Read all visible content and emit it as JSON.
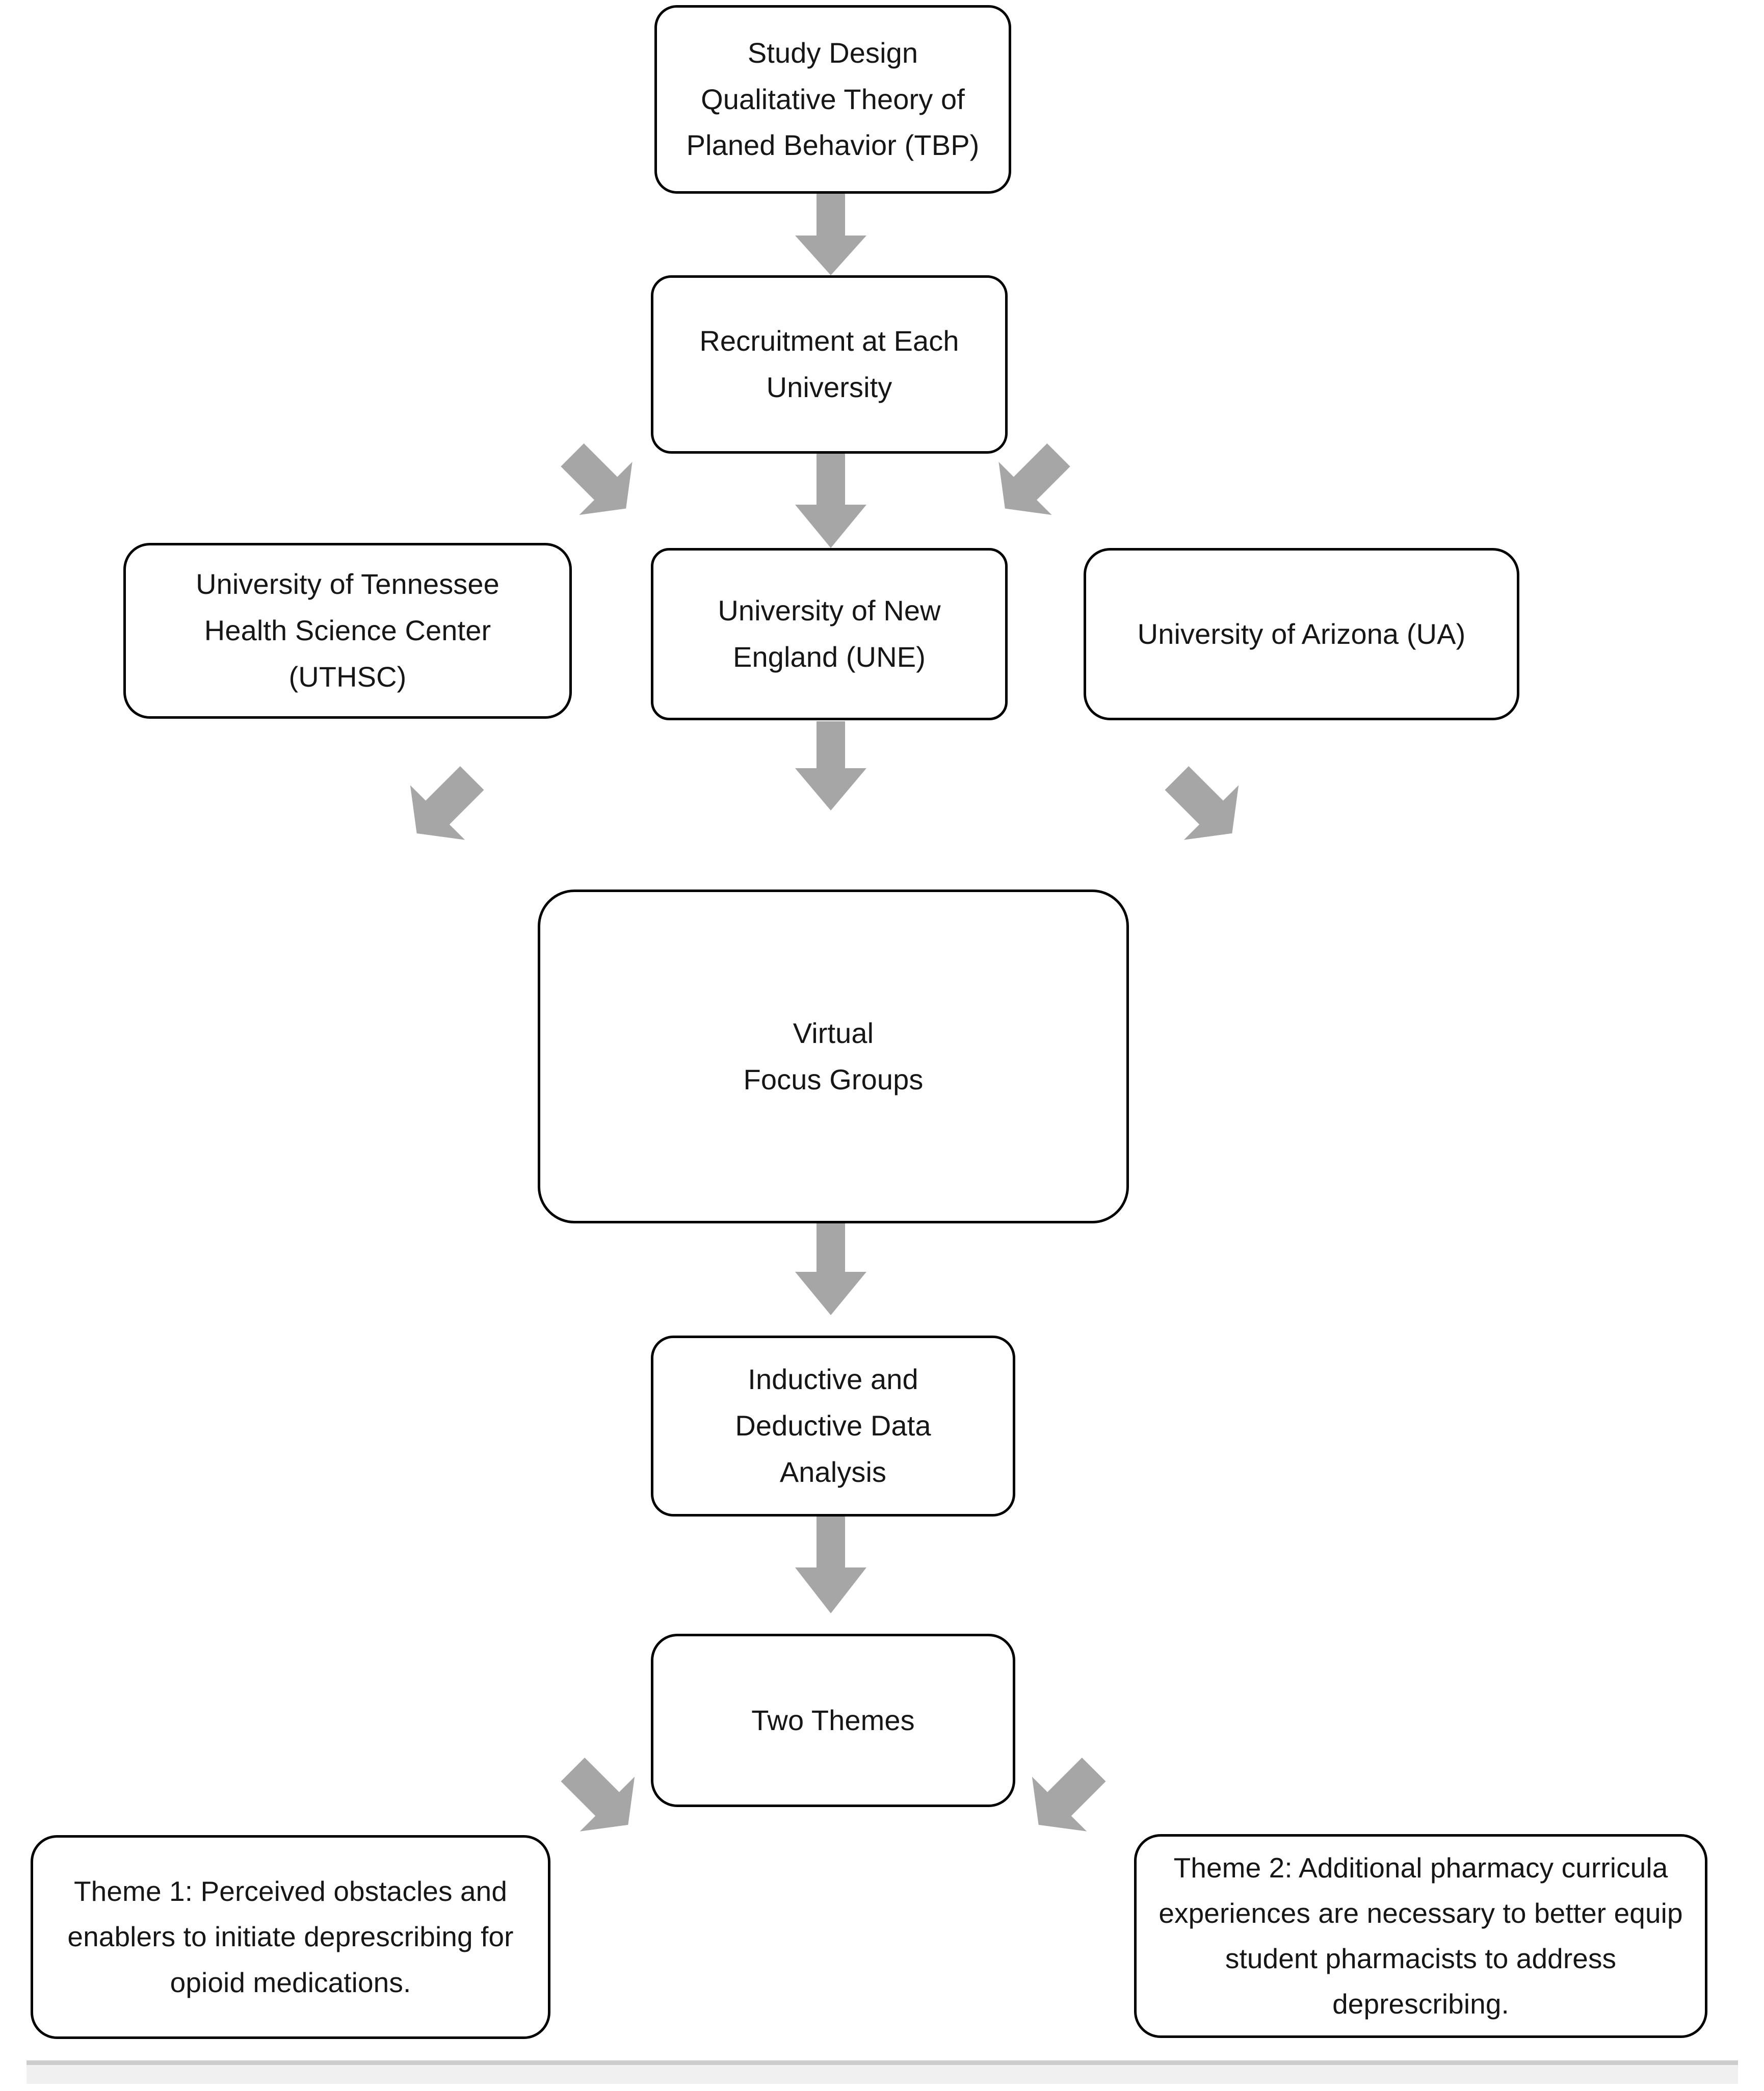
{
  "figure": {
    "type": "flowchart",
    "orientation": "top-to-bottom",
    "accent_color": "#a6a6a6",
    "node_border_color": "#000000",
    "text_color": "#161616",
    "band_color": "#f0f0f0"
  },
  "nodes": {
    "study_design": "Study Design\nQualitative Theory of\nPlaned Behavior (TBP)",
    "recruitment": "Recruitment at Each\nUniversity",
    "uthsc": "University of Tennessee\nHealth Science Center\n(UTHSC)",
    "une": "University of New\nEngland (UNE)",
    "ua": "University of Arizona (UA)",
    "focus_groups": "Virtual\nFocus Groups",
    "analysis": "Inductive and\nDeductive Data\nAnalysis",
    "two_themes": "Two Themes",
    "theme_1": "Theme 1: Perceived obstacles and enablers to initiate deprescribing for opioid medications.",
    "theme_2": "Theme 2: Additional pharmacy curricula experiences are necessary to better equip student pharmacists to address deprescribing."
  },
  "edges": [
    {
      "from": "study_design",
      "to": "recruitment",
      "direction": "down"
    },
    {
      "from": "recruitment",
      "to": "uthsc",
      "direction": "down-left"
    },
    {
      "from": "recruitment",
      "to": "une",
      "direction": "down"
    },
    {
      "from": "recruitment",
      "to": "ua",
      "direction": "down-right"
    },
    {
      "from": "uthsc",
      "to": "focus_groups",
      "direction": "down-right"
    },
    {
      "from": "une",
      "to": "focus_groups",
      "direction": "down"
    },
    {
      "from": "ua",
      "to": "focus_groups",
      "direction": "down-left"
    },
    {
      "from": "focus_groups",
      "to": "analysis",
      "direction": "down"
    },
    {
      "from": "analysis",
      "to": "two_themes",
      "direction": "down"
    },
    {
      "from": "two_themes",
      "to": "theme_1",
      "direction": "down-left"
    },
    {
      "from": "two_themes",
      "to": "theme_2",
      "direction": "down-right"
    }
  ]
}
